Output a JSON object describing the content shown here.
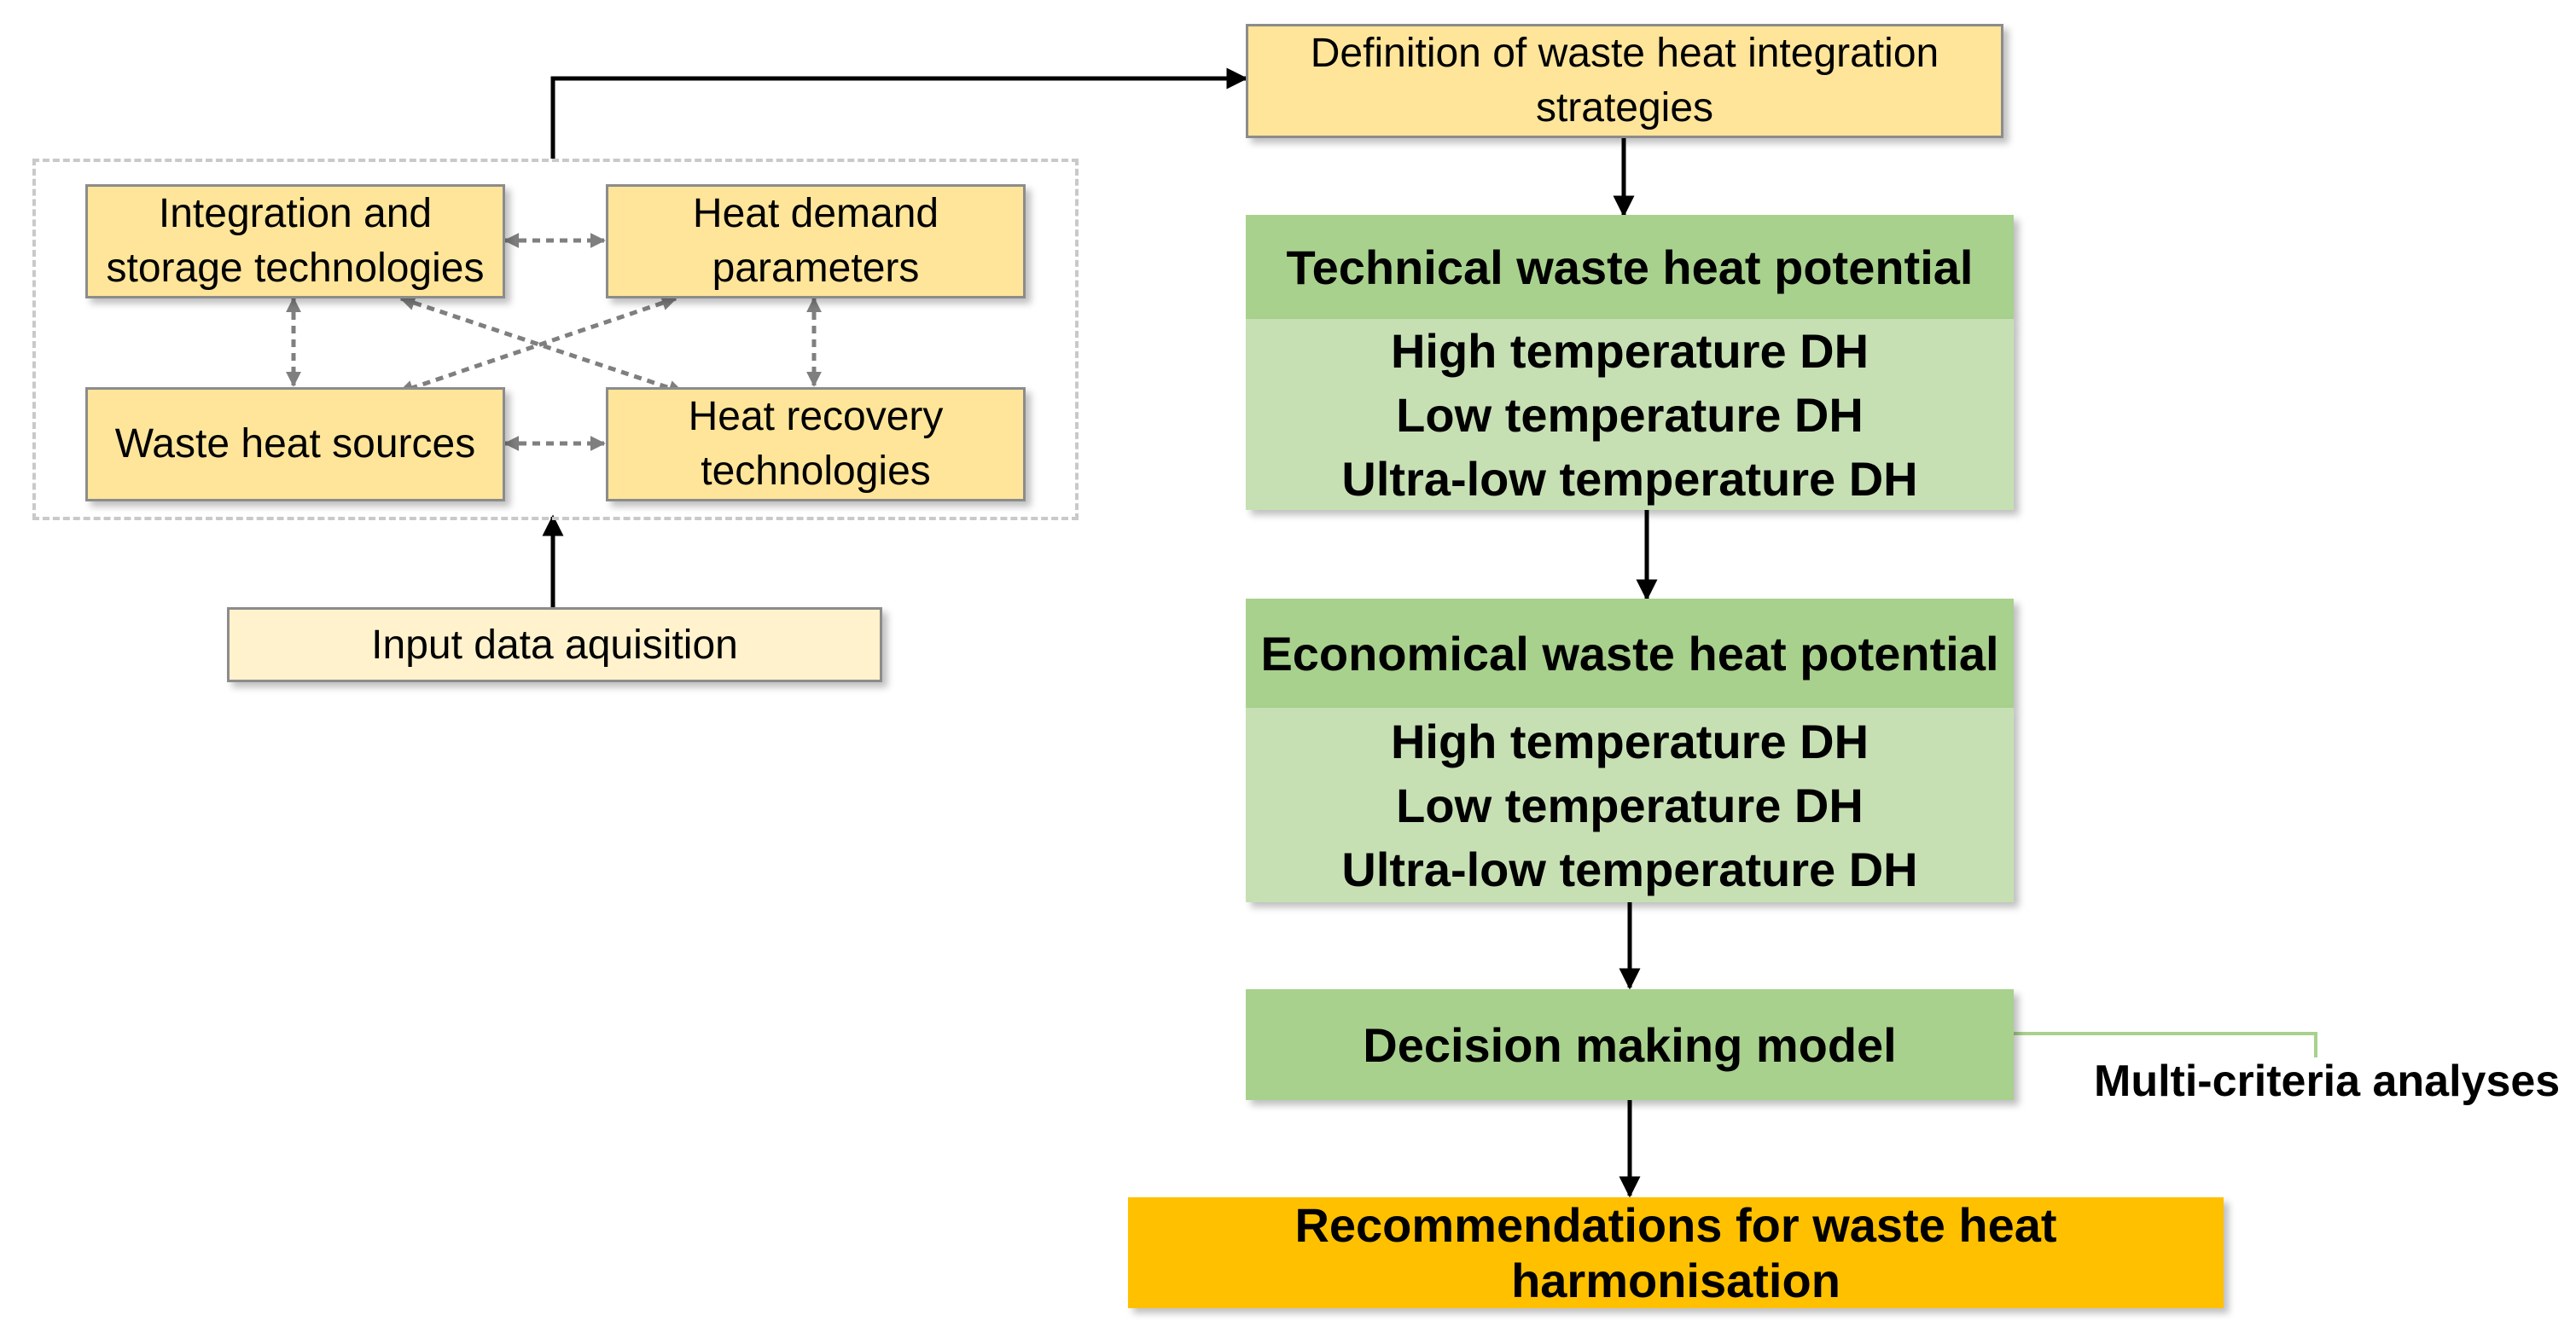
{
  "colors": {
    "source_box": "#fee599",
    "input_box": "#fff2cc",
    "green_header": "#a8d18d",
    "green_body": "#c6e0b4",
    "result_box": "#ffc000",
    "dashed_connector": "#7f7f7f"
  },
  "input_group": {
    "integration": [
      "Integration and",
      "storage technologies"
    ],
    "heat_demand": [
      "Heat demand",
      "parameters"
    ],
    "waste_sources": "Waste heat sources",
    "heat_recovery": [
      "Heat recovery",
      "technologies"
    ]
  },
  "input_data": "Input data aquisition",
  "definition": [
    "Definition of waste heat integration",
    "strategies"
  ],
  "technical": {
    "title": "Technical waste heat potential",
    "items": [
      "High temperature DH",
      "Low temperature DH",
      "Ultra-low temperature DH"
    ]
  },
  "economical": {
    "title": "Economical waste heat potential",
    "items": [
      "High temperature DH",
      "Low temperature DH",
      "Ultra-low temperature DH"
    ]
  },
  "decision": "Decision making model",
  "multi_criteria": "Multi-criteria analyses",
  "recommendations": "Recommendations for waste heat harmonisation"
}
